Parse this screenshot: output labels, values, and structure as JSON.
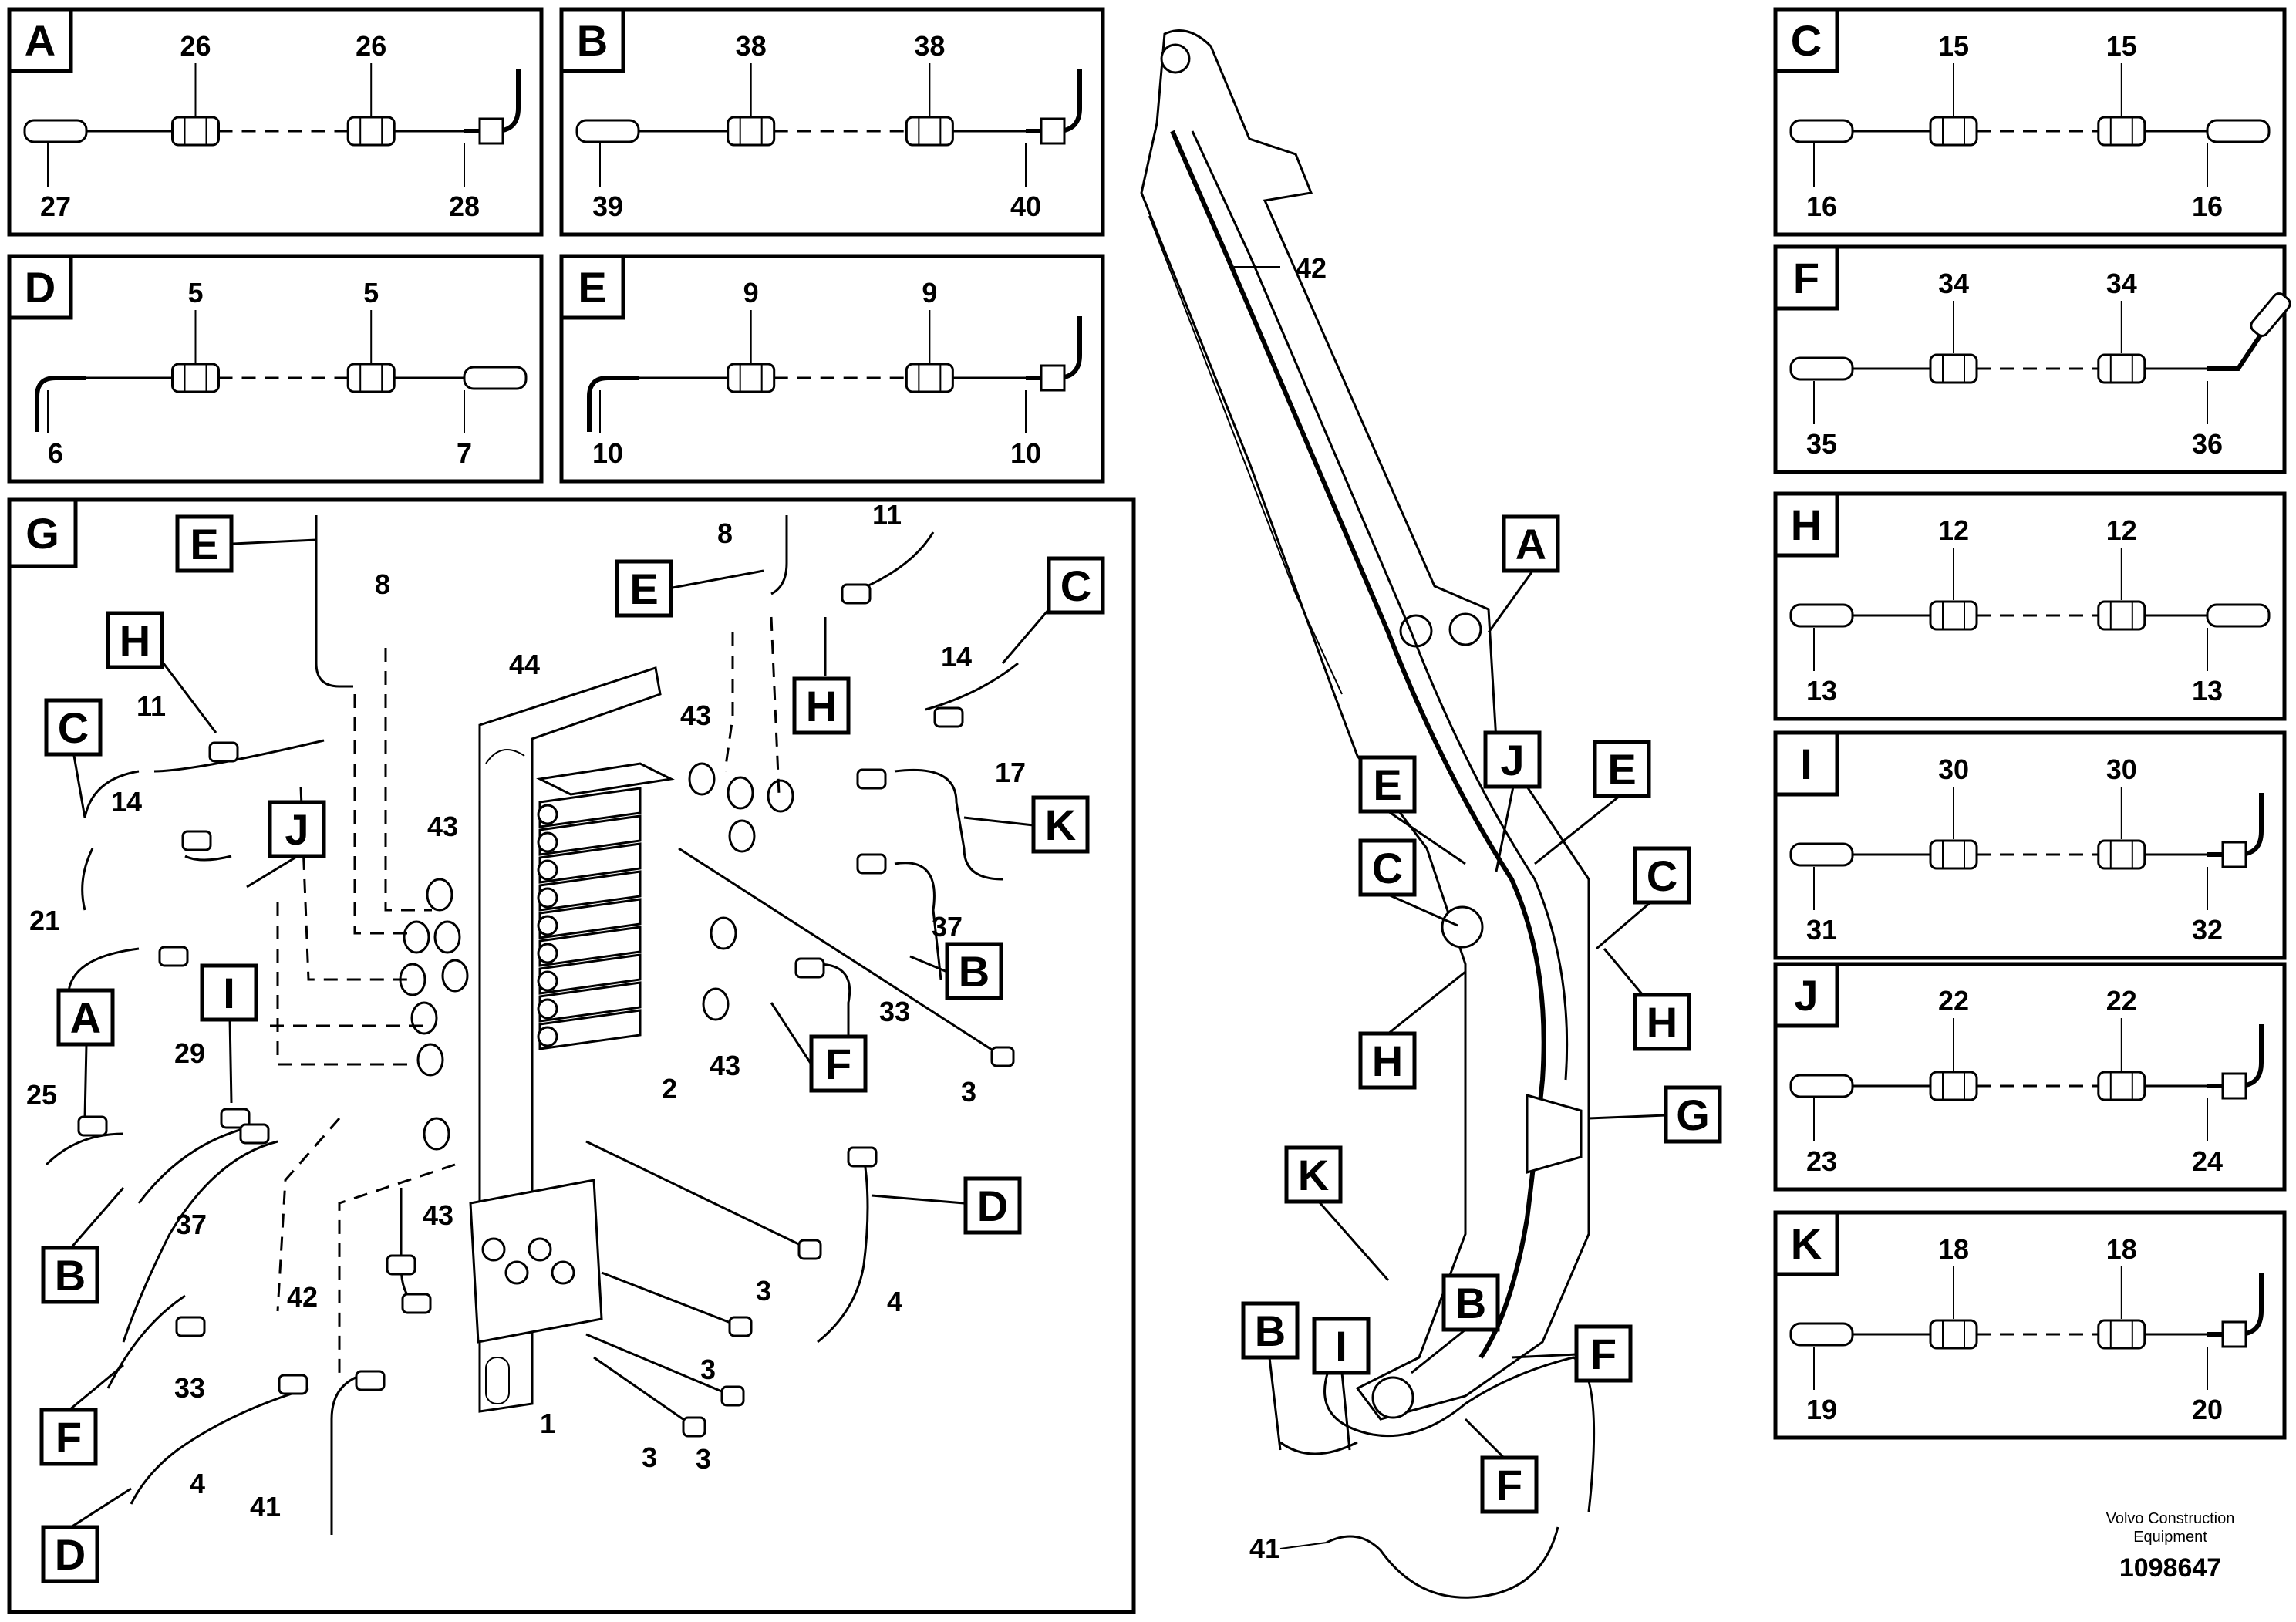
{
  "panels": [
    {
      "id": "A",
      "letter": "A",
      "top": [
        "26",
        "26"
      ],
      "bottom_left": "27",
      "bottom_right": "28",
      "right_end": "elbow"
    },
    {
      "id": "B",
      "letter": "B",
      "top": [
        "38",
        "38"
      ],
      "bottom_left": "39",
      "bottom_right": "40",
      "right_end": "elbow"
    },
    {
      "id": "C",
      "letter": "C",
      "top": [
        "15",
        "15"
      ],
      "bottom_left": "16",
      "bottom_right": "16",
      "right_end": "straight"
    },
    {
      "id": "D",
      "letter": "D",
      "top": [
        "5",
        "5"
      ],
      "bottom_left": "6",
      "bottom_right": "7",
      "right_end": "straight",
      "left_end": "elbow"
    },
    {
      "id": "E",
      "letter": "E",
      "top": [
        "9",
        "9"
      ],
      "bottom_left": "10",
      "bottom_right": "10",
      "right_end": "elbow",
      "left_end": "elbow"
    },
    {
      "id": "F",
      "letter": "F",
      "top": [
        "34",
        "34"
      ],
      "bottom_left": "35",
      "bottom_right": "36",
      "right_end": "nipple"
    },
    {
      "id": "H",
      "letter": "H",
      "top": [
        "12",
        "12"
      ],
      "bottom_left": "13",
      "bottom_right": "13",
      "right_end": "straight"
    },
    {
      "id": "I",
      "letter": "I",
      "top": [
        "30",
        "30"
      ],
      "bottom_left": "31",
      "bottom_right": "32",
      "right_end": "elbow"
    },
    {
      "id": "J",
      "letter": "J",
      "top": [
        "22",
        "22"
      ],
      "bottom_left": "23",
      "bottom_right": "24",
      "right_end": "elbow"
    },
    {
      "id": "K",
      "letter": "K",
      "top": [
        "18",
        "18"
      ],
      "bottom_left": "19",
      "bottom_right": "20",
      "right_end": "elbow"
    }
  ],
  "panel_g": {
    "letter": "G",
    "callout_letters": [
      "E",
      "E",
      "H",
      "H",
      "C",
      "C",
      "J",
      "I",
      "A",
      "K",
      "B",
      "F",
      "B",
      "F",
      "D",
      "D"
    ],
    "part_numbers": [
      "8",
      "8",
      "11",
      "11",
      "14",
      "14",
      "44",
      "43",
      "43",
      "43",
      "43",
      "17",
      "37",
      "37",
      "21",
      "29",
      "25",
      "33",
      "33",
      "2",
      "3",
      "3",
      "3",
      "3",
      "3",
      "42",
      "1",
      "4",
      "4",
      "41"
    ]
  },
  "boom": {
    "callout_letters": [
      "A",
      "E",
      "J",
      "E",
      "C",
      "C",
      "H",
      "H",
      "G",
      "K",
      "B",
      "B",
      "I",
      "F",
      "F"
    ],
    "part_numbers": [
      "42",
      "41"
    ]
  },
  "footer": {
    "brand_line1": "Volvo Construction",
    "brand_line2": "Equipment",
    "drawing_number": "1098647"
  }
}
